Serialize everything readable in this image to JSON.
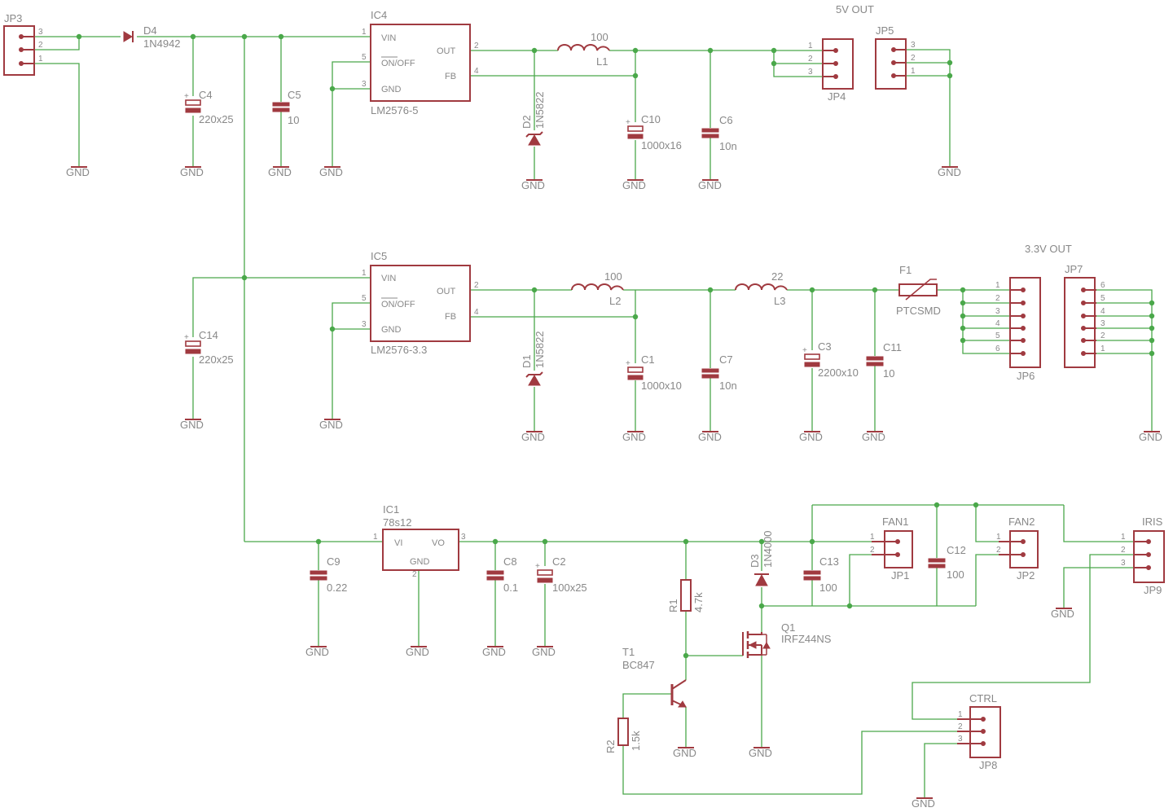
{
  "colors": {
    "wire": "#4aa84a",
    "symbol": "#a03a40",
    "text": "#888888",
    "background": "#ffffff"
  },
  "net_labels": {
    "gnd": "GND",
    "v5_out": "5V OUT",
    "v33_out": "3.3V OUT"
  },
  "ics": [
    {
      "name": "IC4",
      "value": "LM2576-5",
      "pins": [
        "VIN",
        "OUT",
        "ON/OFF",
        "FB",
        "GND"
      ],
      "pin_numbers": [
        "1",
        "2",
        "5",
        "4",
        "3"
      ]
    },
    {
      "name": "IC5",
      "value": "LM2576-3.3",
      "pins": [
        "VIN",
        "OUT",
        "ON/OFF",
        "FB",
        "GND"
      ],
      "pin_numbers": [
        "1",
        "2",
        "5",
        "4",
        "3"
      ]
    },
    {
      "name": "IC1",
      "value": "78s12",
      "pins": [
        "VI",
        "VO",
        "GND"
      ],
      "pin_numbers": [
        "1",
        "3",
        "2"
      ]
    }
  ],
  "diodes": [
    {
      "name": "D4",
      "value": "1N4942"
    },
    {
      "name": "D2",
      "value": "1N5822"
    },
    {
      "name": "D1",
      "value": "1N5822"
    },
    {
      "name": "D3",
      "value": "1N4000"
    }
  ],
  "capacitors": [
    {
      "name": "C4",
      "value": "220x25",
      "polarized": true
    },
    {
      "name": "C5",
      "value": "10",
      "polarized": false
    },
    {
      "name": "C10",
      "value": "1000x16",
      "polarized": true
    },
    {
      "name": "C6",
      "value": "10n",
      "polarized": false
    },
    {
      "name": "C14",
      "value": "220x25",
      "polarized": true
    },
    {
      "name": "C1",
      "value": "1000x10",
      "polarized": true
    },
    {
      "name": "C7",
      "value": "10n",
      "polarized": false
    },
    {
      "name": "C3",
      "value": "2200x10",
      "polarized": true
    },
    {
      "name": "C11",
      "value": "10",
      "polarized": false
    },
    {
      "name": "C9",
      "value": "0.22",
      "polarized": false
    },
    {
      "name": "C8",
      "value": "0.1",
      "polarized": false
    },
    {
      "name": "C2",
      "value": "100x25",
      "polarized": true
    },
    {
      "name": "C13",
      "value": "100",
      "polarized": false
    },
    {
      "name": "C12",
      "value": "100",
      "polarized": false
    }
  ],
  "inductors": [
    {
      "name": "L1",
      "value": "100"
    },
    {
      "name": "L2",
      "value": "100"
    },
    {
      "name": "L3",
      "value": "22"
    }
  ],
  "resistors": [
    {
      "name": "R1",
      "value": "4.7k"
    },
    {
      "name": "R2",
      "value": "1.5k"
    }
  ],
  "transistors": [
    {
      "name": "T1",
      "value": "BC847"
    },
    {
      "name": "Q1",
      "value": "IRFZ44NS"
    }
  ],
  "fuse": {
    "name": "F1",
    "value": "PTCSMD"
  },
  "connectors": [
    {
      "name": "JP3",
      "pins": [
        "3",
        "2",
        "1"
      ]
    },
    {
      "name": "JP4",
      "pins": [
        "1",
        "2",
        "3"
      ]
    },
    {
      "name": "JP5",
      "pins": [
        "3",
        "2",
        "1"
      ]
    },
    {
      "name": "JP6",
      "pins": [
        "1",
        "2",
        "3",
        "4",
        "5",
        "6"
      ]
    },
    {
      "name": "JP7",
      "pins": [
        "6",
        "5",
        "4",
        "3",
        "2",
        "1"
      ]
    },
    {
      "name": "FAN1",
      "subname": "JP1",
      "pins": [
        "1",
        "2"
      ]
    },
    {
      "name": "FAN2",
      "subname": "JP2",
      "pins": [
        "1",
        "2"
      ]
    },
    {
      "name": "IRIS",
      "subname": "JP9",
      "pins": [
        "1",
        "2",
        "3"
      ]
    },
    {
      "name": "CTRL",
      "subname": "JP8",
      "pins": [
        "1",
        "2",
        "3"
      ]
    }
  ]
}
